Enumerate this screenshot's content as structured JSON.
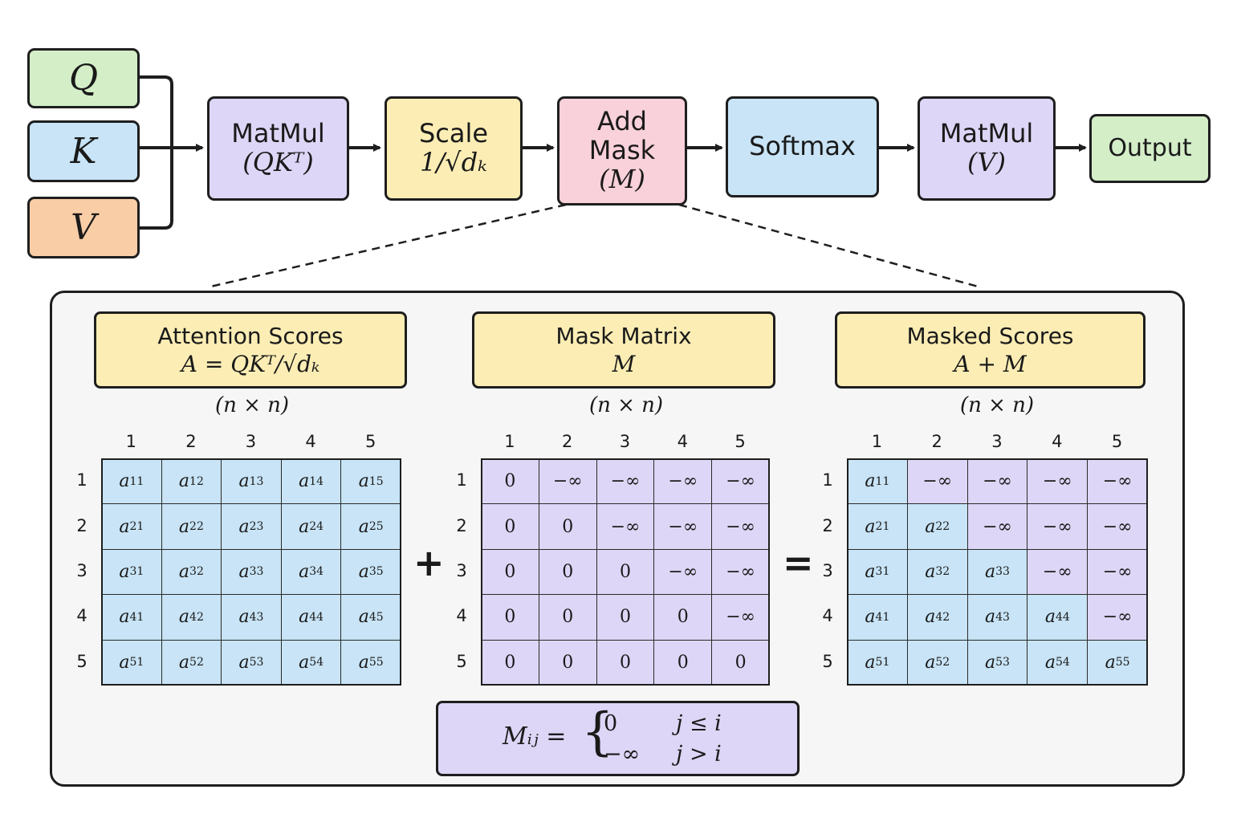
{
  "pipeline": {
    "q": "Q",
    "k": "K",
    "v": "V",
    "matmul1": {
      "label": "MatMul",
      "formula": "(QKᵀ)"
    },
    "scale": {
      "label": "Scale",
      "formula": "1/√dₖ"
    },
    "mask": {
      "label1": "Add",
      "label2": "Mask",
      "formula": "(M)"
    },
    "softmax": {
      "label": "Softmax"
    },
    "matmul2": {
      "label": "MatMul",
      "formula": "(V)"
    },
    "output": {
      "label": "Output"
    }
  },
  "detail": {
    "attention": {
      "title": "Attention Scores",
      "formula": "A = QKᵀ/√dₖ",
      "dims": "(n × n)"
    },
    "mask_matrix": {
      "title": "Mask Matrix",
      "formula": "M",
      "dims": "(n × n)"
    },
    "masked": {
      "title": "Masked Scores",
      "formula": "A + M",
      "dims": "(n × n)"
    },
    "indices": [
      "1",
      "2",
      "3",
      "4",
      "5"
    ],
    "plus": "+",
    "equals": "=",
    "cell_letter": "a",
    "neg_inf": "−∞",
    "zero": "0",
    "size": 5
  },
  "mask_formula": {
    "lhs": "Mᵢⱼ =",
    "case1_value": "0",
    "case1_condition": "j ≤ i",
    "case2_value": "−∞",
    "case2_condition": "j > i"
  }
}
